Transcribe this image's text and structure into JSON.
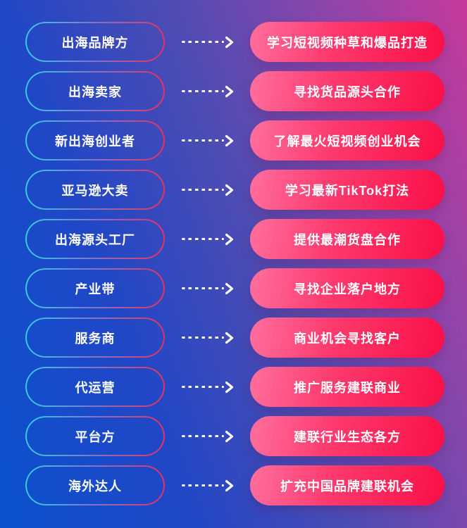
{
  "poster": {
    "background": {
      "left_color": "#0a51ce",
      "mid_color": "#4f4cb3",
      "right_top_color": "#c73a9b",
      "right_bottom_color": "#9c44ab"
    },
    "colors": {
      "left_pill_border_start": "#35d0e2",
      "left_pill_border_end": "#ef2f5e",
      "right_pill_start": "#ff6f9e",
      "right_pill_end": "#fa0f46",
      "arrow": "#ffffff",
      "text": "#ffffff"
    },
    "rows": [
      {
        "audience": "出海品牌方",
        "benefit": "学习短视频种草和爆品打造"
      },
      {
        "audience": "出海卖家",
        "benefit": "寻找货品源头合作"
      },
      {
        "audience": "新出海创业者",
        "benefit": "了解最火短视频创业机会"
      },
      {
        "audience": "亚马逊大卖",
        "benefit": "学习最新TikTok打法"
      },
      {
        "audience": "出海源头工厂",
        "benefit": "提供最潮货盘合作"
      },
      {
        "audience": "产业带",
        "benefit": "寻找企业落户地方"
      },
      {
        "audience": "服务商",
        "benefit": "商业机会寻找客户"
      },
      {
        "audience": "代运营",
        "benefit": "推广服务建联商业"
      },
      {
        "audience": "平台方",
        "benefit": "建联行业生态各方"
      },
      {
        "audience": "海外达人",
        "benefit": "扩充中国品牌建联机会"
      }
    ]
  }
}
